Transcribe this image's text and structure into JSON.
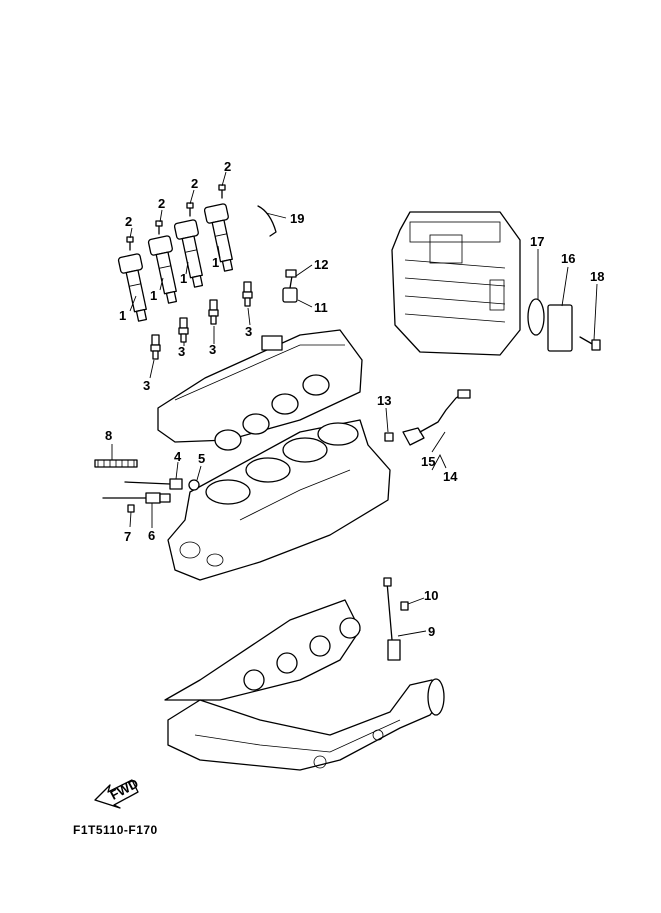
{
  "diagram": {
    "code": "F1T5110-F170",
    "fwd_arrow_text": "FWD",
    "callouts": [
      "1",
      "1",
      "1",
      "1",
      "2",
      "2",
      "2",
      "2",
      "3",
      "3",
      "3",
      "3",
      "4",
      "5",
      "6",
      "7",
      "8",
      "9",
      "10",
      "11",
      "12",
      "13",
      "14",
      "15",
      "16",
      "17",
      "18",
      "19"
    ]
  }
}
